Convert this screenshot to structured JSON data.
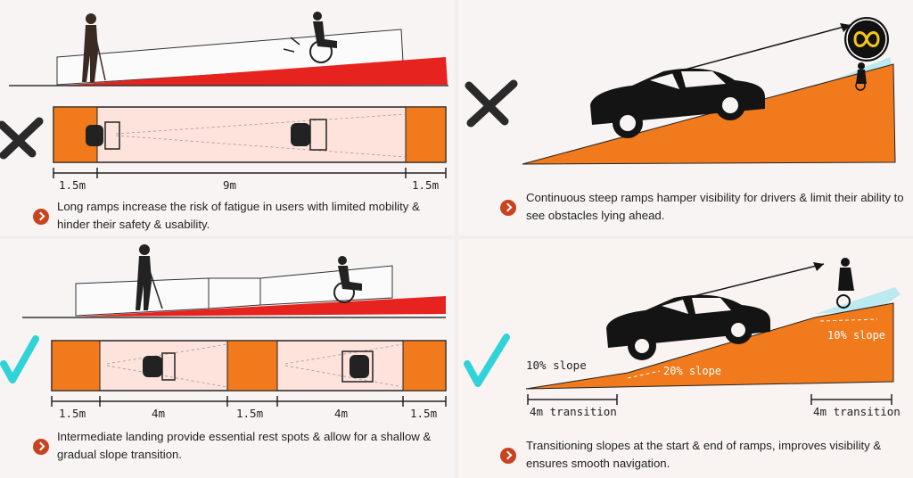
{
  "panels": {
    "long_ramp": {
      "labels": {
        "left": "1.5m",
        "middle": "9m",
        "right": "1.5m"
      },
      "caption": "Long ramps increase the risk of fatigue in users with limited mobility & hinder their safety & usability."
    },
    "steep_ramp": {
      "caption": "Continuous steep ramps hamper visibility for drivers & limit their ability to see obstacles lying ahead."
    },
    "landing_ramp": {
      "labels": [
        "1.5m",
        "4m",
        "1.5m",
        "4m",
        "1.5m"
      ],
      "caption": "Intermediate landing provide essential rest spots & allow for a shallow & gradual slope transition."
    },
    "transition_ramp": {
      "slope_start": "10% slope",
      "slope_mid": "20% slope",
      "slope_end": "10% slope",
      "transition_left": "4m transition",
      "transition_right": "4m transition",
      "caption": "Transitioning slopes at the start & end of ramps, improves visibility & ensures smooth navigation."
    }
  },
  "colors": {
    "orange": "#f07a1c",
    "red": "#e6231f",
    "check_cyan": "#2fd3d8",
    "cross_dark": "#2a2a2a",
    "bullet": "#c8431e",
    "landing_pink": "#fde3dc"
  },
  "icons": [
    "cross-icon",
    "checkmark-icon",
    "wheelchair-user-icon",
    "walking-person-icon",
    "car-icon",
    "cyclist-icon",
    "brand-logo-icon"
  ]
}
